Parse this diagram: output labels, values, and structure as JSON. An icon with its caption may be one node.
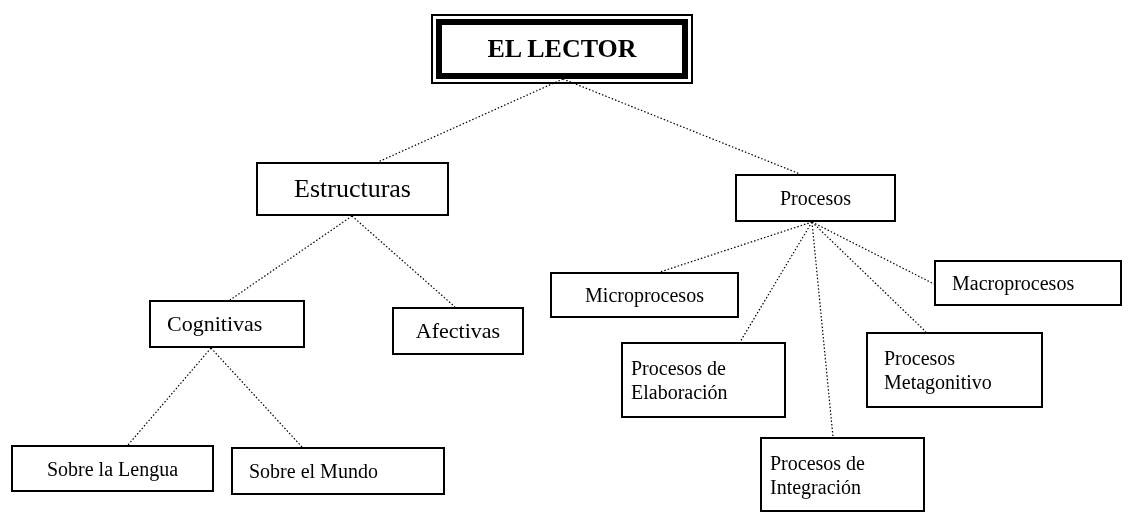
{
  "diagram": {
    "nodes": [
      {
        "text": [
          "EL LECTOR"
        ]
      },
      {
        "text": [
          "Estructuras"
        ]
      },
      {
        "text": [
          "Procesos"
        ]
      },
      {
        "text": [
          "Cognitivas"
        ]
      },
      {
        "text": [
          "Afectivas"
        ]
      },
      {
        "text": [
          "Sobre la Lengua"
        ]
      },
      {
        "text": [
          "Sobre el Mundo"
        ]
      },
      {
        "text": [
          "Microprocesos"
        ]
      },
      {
        "text": [
          "Macroprocesos"
        ]
      },
      {
        "text": [
          "Procesos de Elaboración"
        ]
      },
      {
        "text": [
          "Procesos Metagonitivo"
        ]
      },
      {
        "text": [
          "Procesos de Integración"
        ]
      }
    ],
    "edges": [
      {
        "from": 0,
        "to": 1,
        "arrow": "none"
      },
      {
        "from": 0,
        "to": 2,
        "arrow": "none"
      },
      {
        "from": 1,
        "to": 3,
        "arrow": "none"
      },
      {
        "from": 1,
        "to": 4,
        "arrow": "none"
      },
      {
        "from": 3,
        "to": 5,
        "arrow": "none"
      },
      {
        "from": 3,
        "to": 6,
        "arrow": "none"
      },
      {
        "from": 2,
        "to": 7,
        "arrow": "none"
      },
      {
        "from": 2,
        "to": 9,
        "arrow": "none"
      },
      {
        "from": 2,
        "to": 11,
        "arrow": "none"
      },
      {
        "from": 2,
        "to": 10,
        "arrow": "none"
      },
      {
        "from": 2,
        "to": 8,
        "arrow": "none"
      }
    ]
  }
}
